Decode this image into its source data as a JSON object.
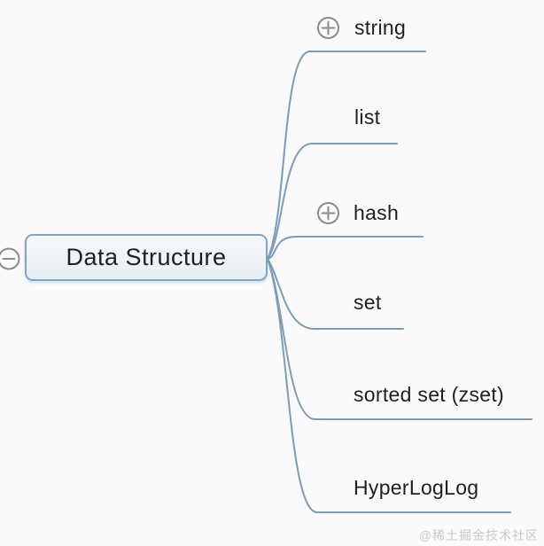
{
  "root": {
    "label": "Data Structure",
    "collapse_icon": "minus-circle"
  },
  "topics": [
    {
      "label": "string",
      "expand_icon": "plus-circle"
    },
    {
      "label": "list"
    },
    {
      "label": "hash",
      "expand_icon": "plus-circle"
    },
    {
      "label": "set"
    },
    {
      "label": "sorted set (zset)"
    },
    {
      "label": "HyperLogLog"
    }
  ],
  "watermark": "@稀土掘金技术社区",
  "colors": {
    "background": "#fafafa",
    "branch_line": "#7d9cb8",
    "root_border": "#7fa5c6",
    "root_fill_top": "#f6f9fb",
    "root_fill_bottom": "#e7eef4",
    "toggle_icon": "#8b8b8b",
    "text": "#1f1f1f",
    "watermark_text": "#c9c9c9"
  }
}
